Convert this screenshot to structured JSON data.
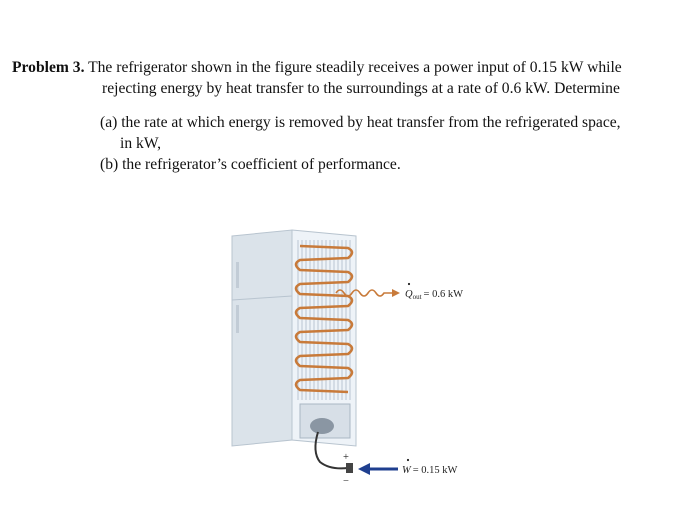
{
  "problem": {
    "heading": "Problem 3.",
    "line1": "The refrigerator shown in the figure steadily receives a power input of 0.15 kW while",
    "line2": "rejecting energy by heat transfer to the surroundings at a rate of 0.6 kW. Determine",
    "part_a_line1": "(a) the rate at which energy is removed by heat transfer from the refrigerated space,",
    "part_a_line2": "in kW,",
    "part_b": "(b) the refrigerator’s coefficient of performance."
  },
  "figure": {
    "q_symbol": "Q",
    "q_subscript": "out",
    "q_value": "= 0.6 kW",
    "w_symbol": "W",
    "w_value": "= 0.15 kW",
    "colors": {
      "coil": "#c87a3a",
      "arrow": "#1f3f8f",
      "cabinet_panel": "#eef3f8",
      "cabinet_side": "#c9d4de"
    }
  }
}
